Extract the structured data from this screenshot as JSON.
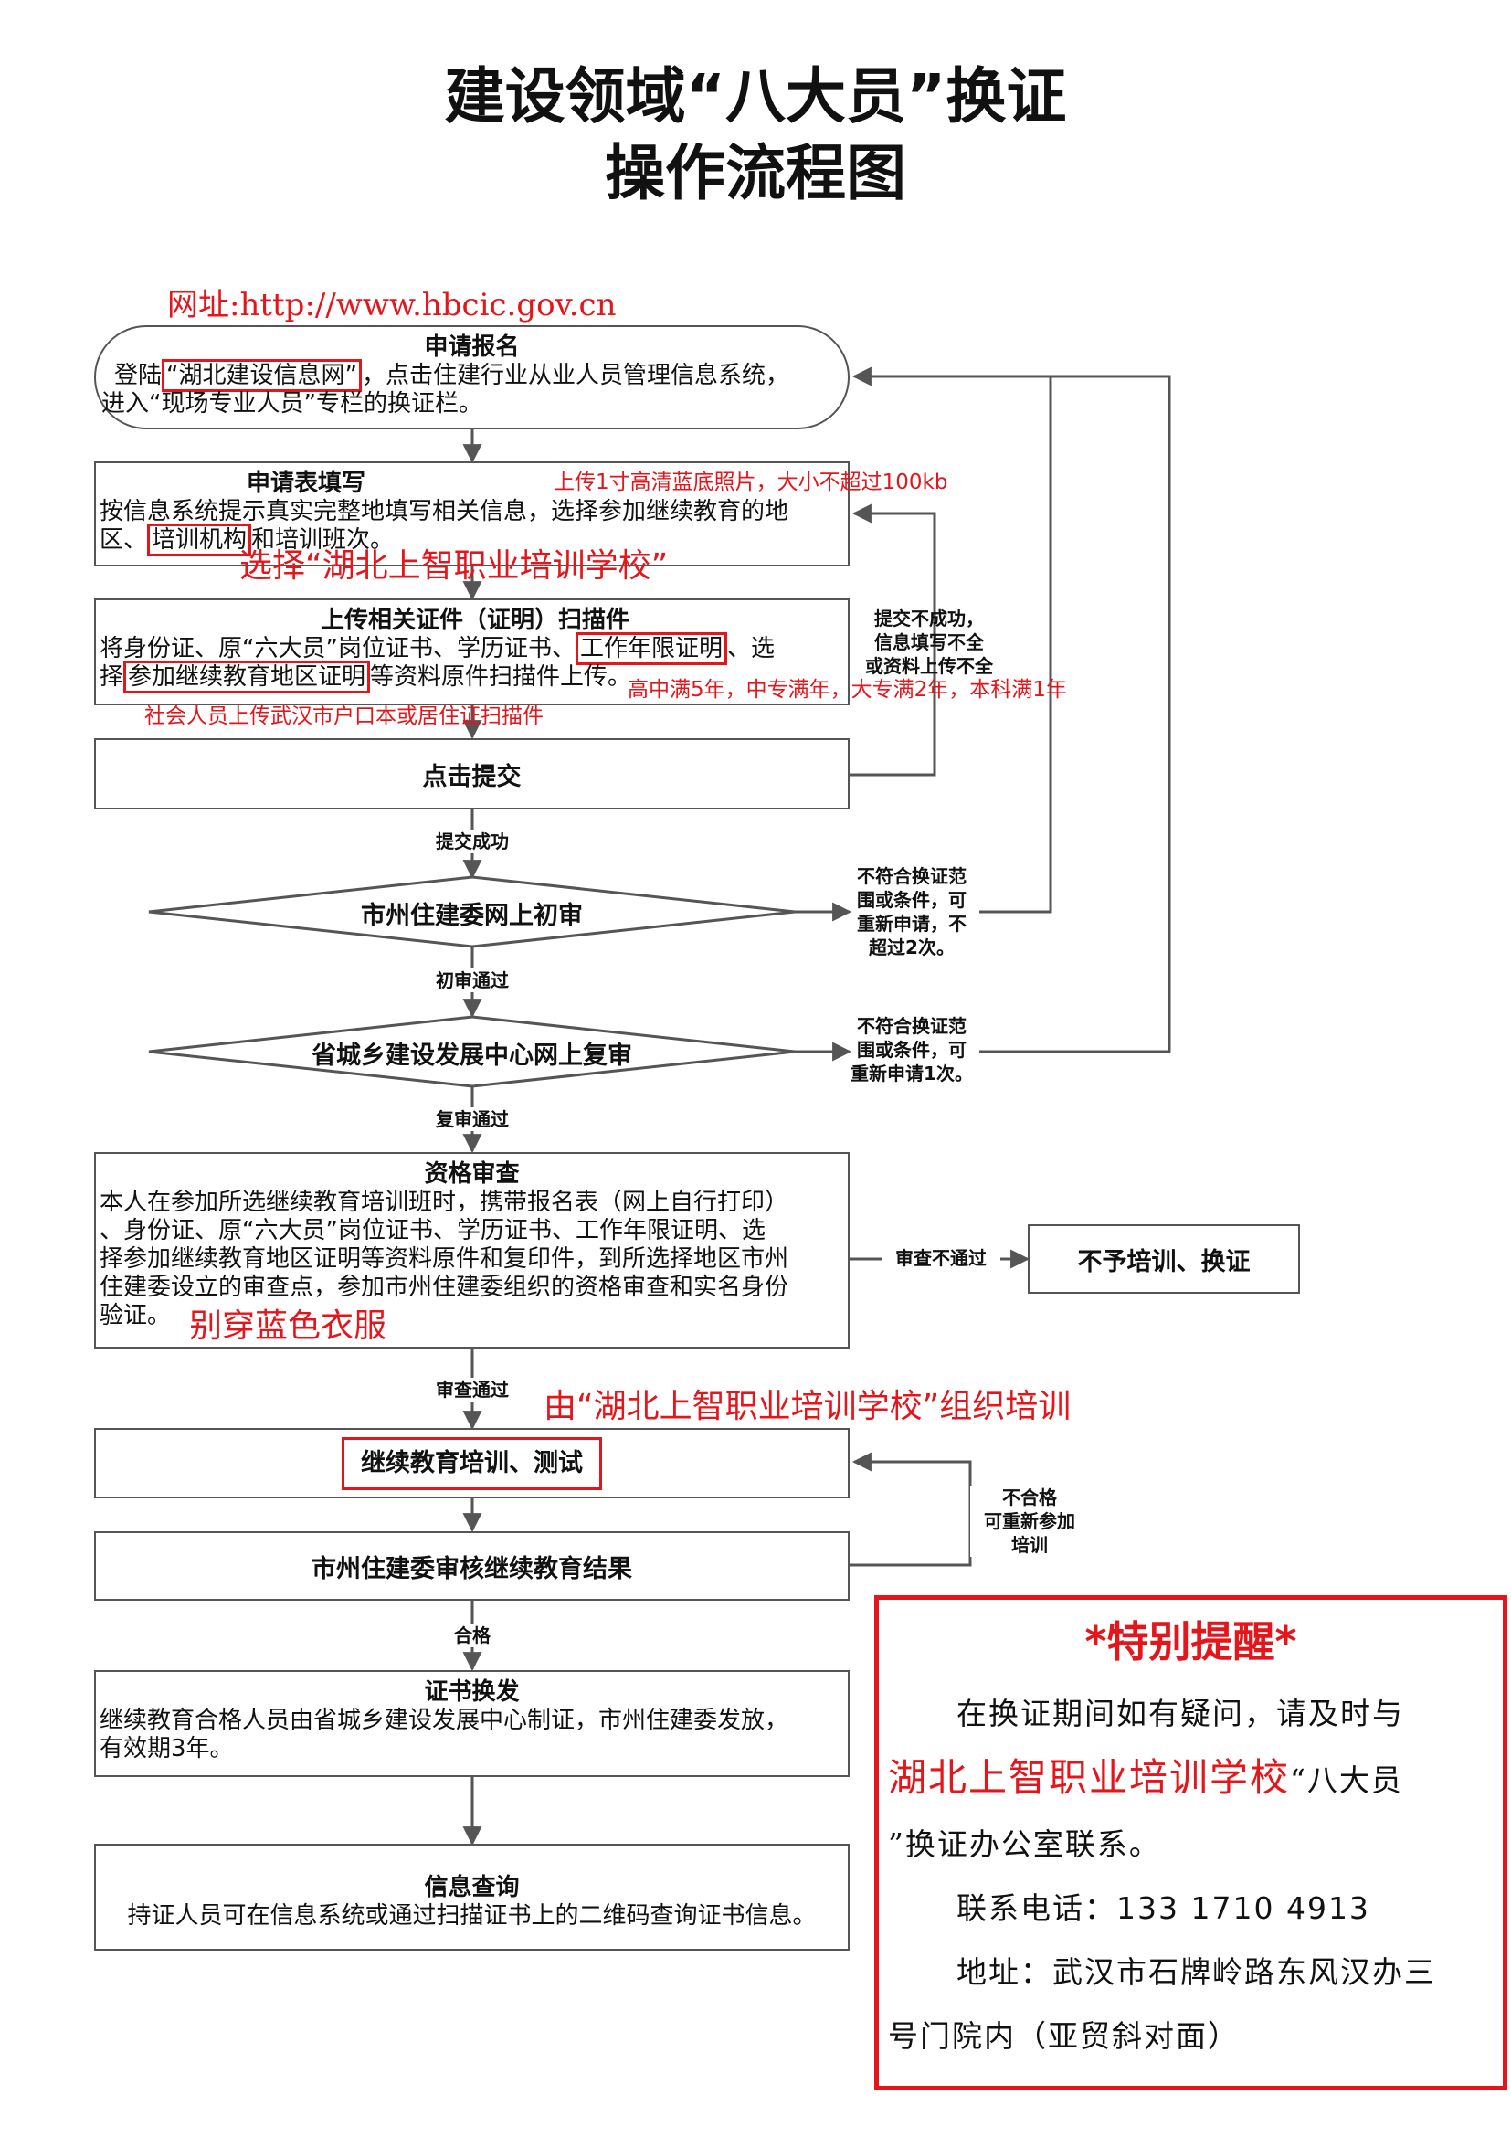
{
  "title": {
    "line1": "建设领域“八大员”换证",
    "line2": "操作流程图"
  },
  "url_note": "网址:http://www.hbcic.gov.cn",
  "steps": {
    "apply": {
      "title": "申请报名",
      "line1_pre": "登陆",
      "line1_hl": "“湖北建设信息网”",
      "line1_post": "，点击住建行业从业人员管理信息系统，",
      "line2": "进入“现场专业人员”专栏的换证栏。"
    },
    "form": {
      "title": "申请表填写",
      "line1": "按信息系统提示真实完整地填写相关信息，选择参加继续教育的地",
      "line2_pre": "区、",
      "line2_hl": "培训机构",
      "line2_post": "和培训班次。"
    },
    "upload": {
      "title": "上传相关证件（证明）扫描件",
      "line1_pre": "将身份证、原“六大员”岗位证书、学历证书、",
      "line1_hl": "工作年限证明",
      "line1_post": "、选",
      "line2_pre": "择",
      "line2_hl": "参加继续教育地区证明",
      "line2_post": "等资料原件扫描件上传。"
    },
    "submit": {
      "title": "点击提交"
    },
    "first_review": {
      "title": "市州住建委网上初审"
    },
    "second_review": {
      "title": "省城乡建设发展中心网上复审"
    },
    "qualification": {
      "title": "资格审查",
      "line1": "本人在参加所选继续教育培训班时，携带报名表（网上自行打印）",
      "line2": "、身份证、原“六大员”岗位证书、学历证书、工作年限证明、选",
      "line3": "择参加继续教育地区证明等资料原件和复印件，到所选择地区市州",
      "line4": "住建委设立的审查点，参加市州住建委组织的资格审查和实名身份",
      "line5": "验证。"
    },
    "no_training": {
      "title": "不予培训、换证"
    },
    "training": {
      "title": "继续教育培训、测试"
    },
    "result": {
      "title": "市州住建委审核继续教育结果"
    },
    "certificate": {
      "title": "证书换发",
      "line1": "继续教育合格人员由省城乡建设发展中心制证，市州住建委发放，",
      "line2": "有效期3年。"
    },
    "query": {
      "title": "信息查询",
      "line1": "持证人员可在信息系统或通过扫描证书上的二维码查询证书信息。"
    }
  },
  "flow_labels": {
    "submit_fail_1": "提交不成功，",
    "submit_fail_2": "信息填写不全",
    "submit_fail_3": "或资料上传不全",
    "submit_ok": "提交成功",
    "first_fail_1": "不符合换证范",
    "first_fail_2": "围或条件，可",
    "first_fail_3": "重新申请，不",
    "first_fail_4": "超过2次。",
    "first_pass": "初审通过",
    "second_fail_1": "不符合换证范",
    "second_fail_2": "围或条件，可",
    "second_fail_3": "重新申请1次。",
    "second_pass": "复审通过",
    "check_fail": "审查不通过",
    "check_pass": "审查通过",
    "train_fail_1": "不合格",
    "train_fail_2": "可重新参加",
    "train_fail_3": "培训",
    "qualified": "合格"
  },
  "annotations": {
    "photo": "上传1寸高清蓝底照片，大小不超过100kb",
    "choose_school": "选择“湖北上智职业培训学校”",
    "years": "高中满5年，中专满年，大专满2年，本科满1年",
    "residence": "社会人员上传武汉市户口本或居住证扫描件",
    "no_blue": "别穿蓝色衣服",
    "organize": "由“湖北上智职业培训学校”组织培训"
  },
  "reminder": {
    "title": "*特别提醒*",
    "line1": "在换证期间如有疑问，请及时与",
    "school": "湖北上智职业培训学校",
    "line2_post": "“八大员",
    "line3": "”换证办公室联系。",
    "phone_label": "联系电话：",
    "phone": "133 1710 4913",
    "address_label": "地址：",
    "address1": "武汉市石牌岭路东风汉办三",
    "address2": "号门院内（亚贸斜对面）"
  },
  "colors": {
    "accent_red": "#e4161b",
    "line_gray": "#555555"
  }
}
